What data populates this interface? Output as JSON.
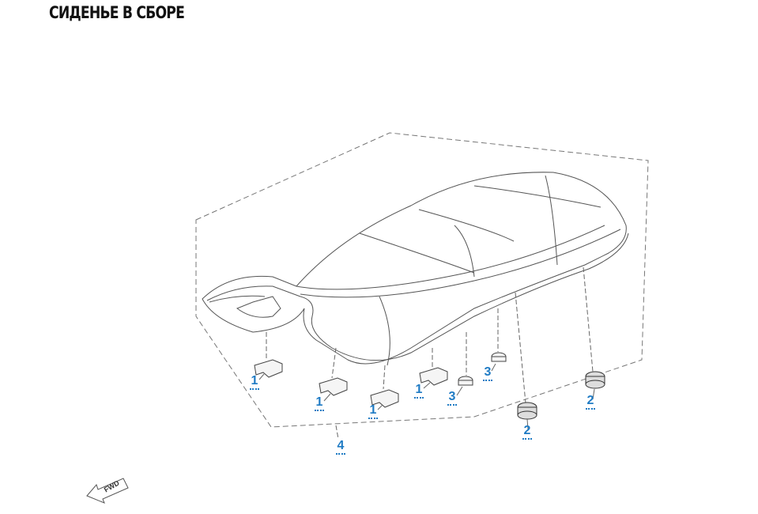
{
  "title": "СИДЕНЬЕ В СБОРЕ",
  "callouts": {
    "c1a": "1",
    "c1b": "1",
    "c1c": "1",
    "c1d": "1",
    "c3a": "3",
    "c3b": "3",
    "c2a": "2",
    "c2b": "2",
    "c4": "4"
  },
  "fwd_label": "FWD",
  "colors": {
    "callout": "#1f7bc4",
    "line": "#555555"
  }
}
